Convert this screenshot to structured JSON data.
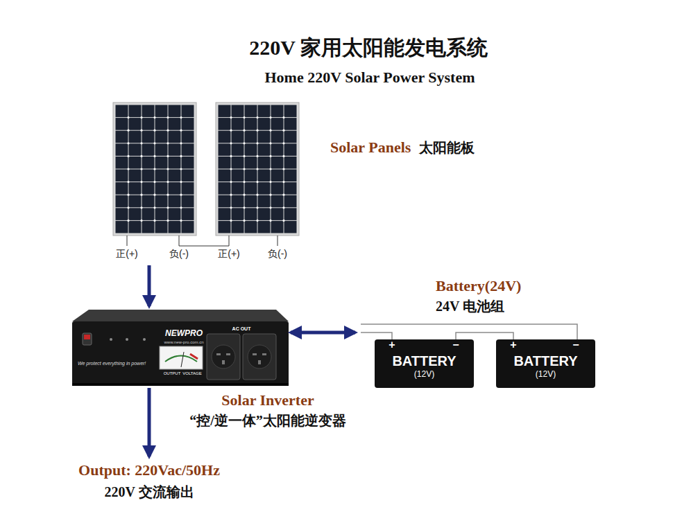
{
  "diagram": {
    "title": "220V 家用太阳能发电系统",
    "nodes": [
      {
        "text": [
          "Solar Panels",
          "太阳能板"
        ]
      },
      {
        "text": [
          "Solar Inverter",
          "“控/逆一体”太阳能逆变器"
        ]
      },
      {
        "text": [
          "Battery(24V)",
          "24V 电池组"
        ]
      },
      {
        "text": [
          "BATTERY",
          "(12V)"
        ],
        "in": 2
      },
      {
        "text": [
          "BATTERY",
          "(12V)"
        ],
        "in": 2
      },
      {
        "text": [
          "Output: 220Vac/50Hz",
          "220V 交流输出"
        ]
      }
    ],
    "edges": [
      {
        "from": 0,
        "to": 1,
        "arrow": "to"
      },
      {
        "from": 1,
        "to": 2,
        "arrow": "both"
      },
      {
        "from": 1,
        "to": 5,
        "arrow": "to"
      }
    ],
    "labels": [
      "Home 220V Solar Power System",
      "正(+)",
      "负(-)",
      "正(+)",
      "负(-)",
      "NEWPRO",
      "www.new-pro.com.cn",
      "AC OUT",
      "We protect everything in power!",
      "OUTPUT",
      "VOLTAGE",
      "+",
      "−",
      "+",
      "−"
    ]
  }
}
